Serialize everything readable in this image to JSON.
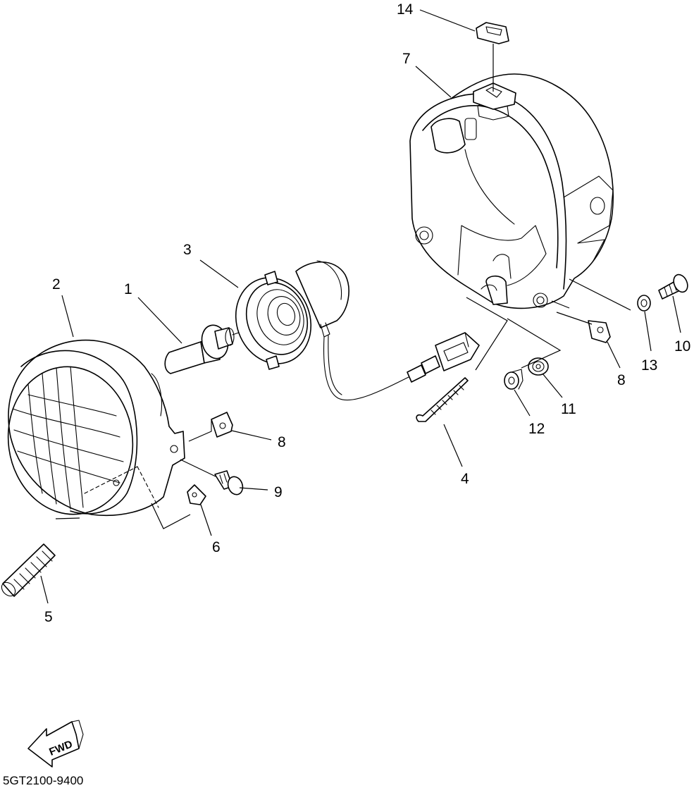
{
  "callouts": {
    "c1": "1",
    "c2": "2",
    "c3": "3",
    "c4": "4",
    "c5": "5",
    "c6": "6",
    "c7": "7",
    "c8a": "8",
    "c8b": "8",
    "c9": "9",
    "c10": "10",
    "c11": "11",
    "c12": "12",
    "c13": "13",
    "c14": "14"
  },
  "direction_label": "FWD",
  "diagram_code": "5GT2100-9400"
}
